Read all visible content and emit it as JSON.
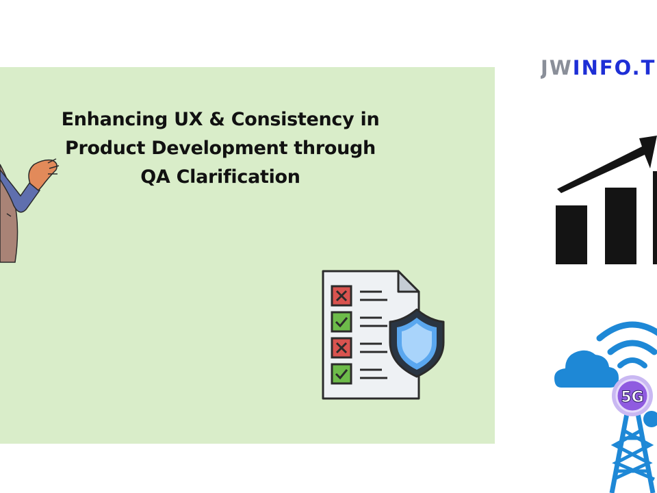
{
  "headline": {
    "line1": "Enhancing UX & Consistency in",
    "line2": "Product Development through",
    "line3": "QA Clarification"
  },
  "brand": {
    "part1": "JW",
    "part2": "INFO.T"
  },
  "icons": {
    "presenter": "presenter-illustration",
    "checklist": "qa-checklist-icon",
    "shield": "shield-icon",
    "growth": "growth-chart-icon",
    "tower": "5g-tower-icon",
    "cloud": "cloud-icon"
  },
  "tower_badge": "5G",
  "colors": {
    "panel": "#d9edc9",
    "brand_blue": "#1e2fd6",
    "brand_gray": "#8a8f99",
    "tower_blue": "#1e88d6",
    "badge_purple": "#8f5be0",
    "check_green": "#6dbb4a",
    "cross_red": "#d9534f"
  }
}
